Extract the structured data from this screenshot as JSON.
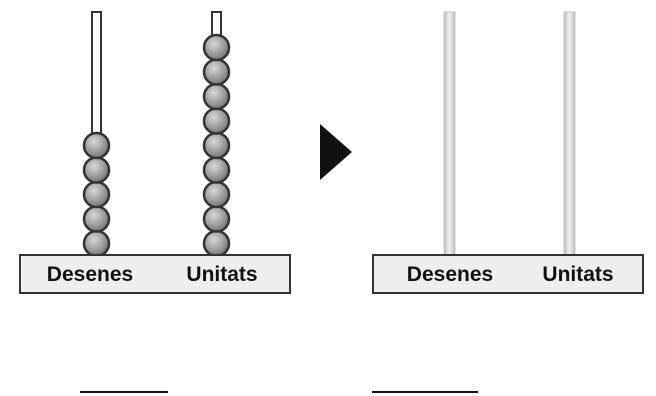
{
  "abacus_left": {
    "base_labels": {
      "tens": "Desenes",
      "units": "Unitats"
    },
    "tens_beads": 5,
    "units_beads": 9
  },
  "arrow": {
    "icon": "right-triangle-arrow-icon"
  },
  "abacus_right": {
    "base_labels": {
      "tens": "Desenes",
      "units": "Unitats"
    },
    "tens_beads": 0,
    "units_beads": 0
  },
  "answer_lines": [
    "",
    ""
  ],
  "colors": {
    "bead_fill": "#9a9a9a",
    "bead_stroke": "#333333",
    "rod_dark": "#333333",
    "rod_light": "#cfcfcf",
    "base_fill": "#eeeeee",
    "arrow": "#111111"
  }
}
